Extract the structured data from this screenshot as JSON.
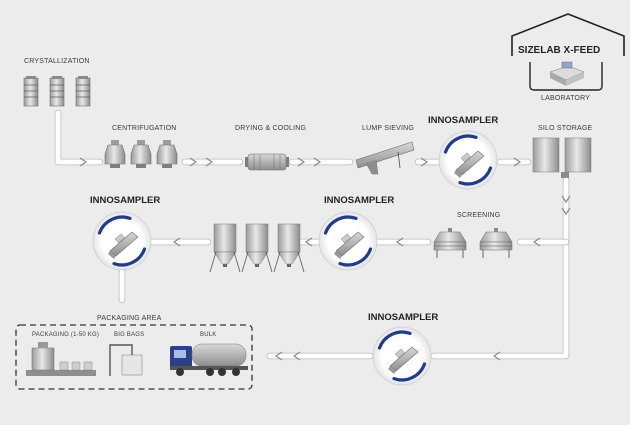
{
  "stages": {
    "crystallization": "CRYSTALLIZATION",
    "centrifugation": "CENTRIFUGATION",
    "drying_cooling": "DRYING & COOLING",
    "lump_sieving": "LUMP SIEVING",
    "silo_storage": "SILO STORAGE",
    "screening": "SCREENING",
    "packaging_area": "PACKAGING AREA",
    "packaging": "PACKAGING (1-50 KG)",
    "big_bags": "BIG BAGS",
    "bulk": "BULK"
  },
  "samplers": {
    "s1": "INNOSAMPLER",
    "s2": "INNOSAMPLER",
    "s3": "INNOSAMPLER",
    "s4": "INNOSAMPLER"
  },
  "lab": {
    "brand": "SIZELAB X-FEED",
    "caption": "LABORATORY"
  },
  "colors": {
    "background": "#ececec",
    "sampler_ring": "#1f3a93",
    "truck_cab": "#2b3f8c",
    "pipe": "#ffffff"
  }
}
